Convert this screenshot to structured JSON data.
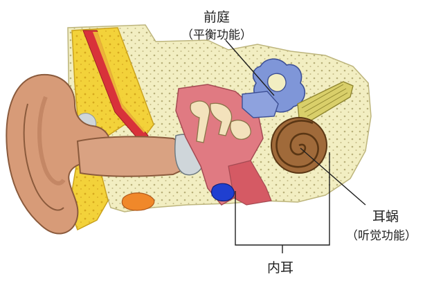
{
  "labels": {
    "vestibule": {
      "title": "前庭",
      "function": "（平衡功能）"
    },
    "cochlea": {
      "title": "耳蜗",
      "function": "（听觉功能）"
    },
    "inner_ear": {
      "title": "内耳"
    }
  },
  "colors": {
    "background": "#ffffff",
    "skin": "#d79b78",
    "bone": "#f2eec2",
    "bone_dots": "#b8b07a",
    "cartilage_yellow": "#f3d23a",
    "canal_red": "#d8323a",
    "middle_ear_pink": "#e07a82",
    "semicircular_blue": "#7f96d8",
    "cochlea_brown": "#a06a3a",
    "nerve_yellow": "#d9cf6a",
    "tube_blue": "#1f3fd0",
    "tissue_orange": "#f0882a",
    "leader_line": "#1f1f1f"
  }
}
